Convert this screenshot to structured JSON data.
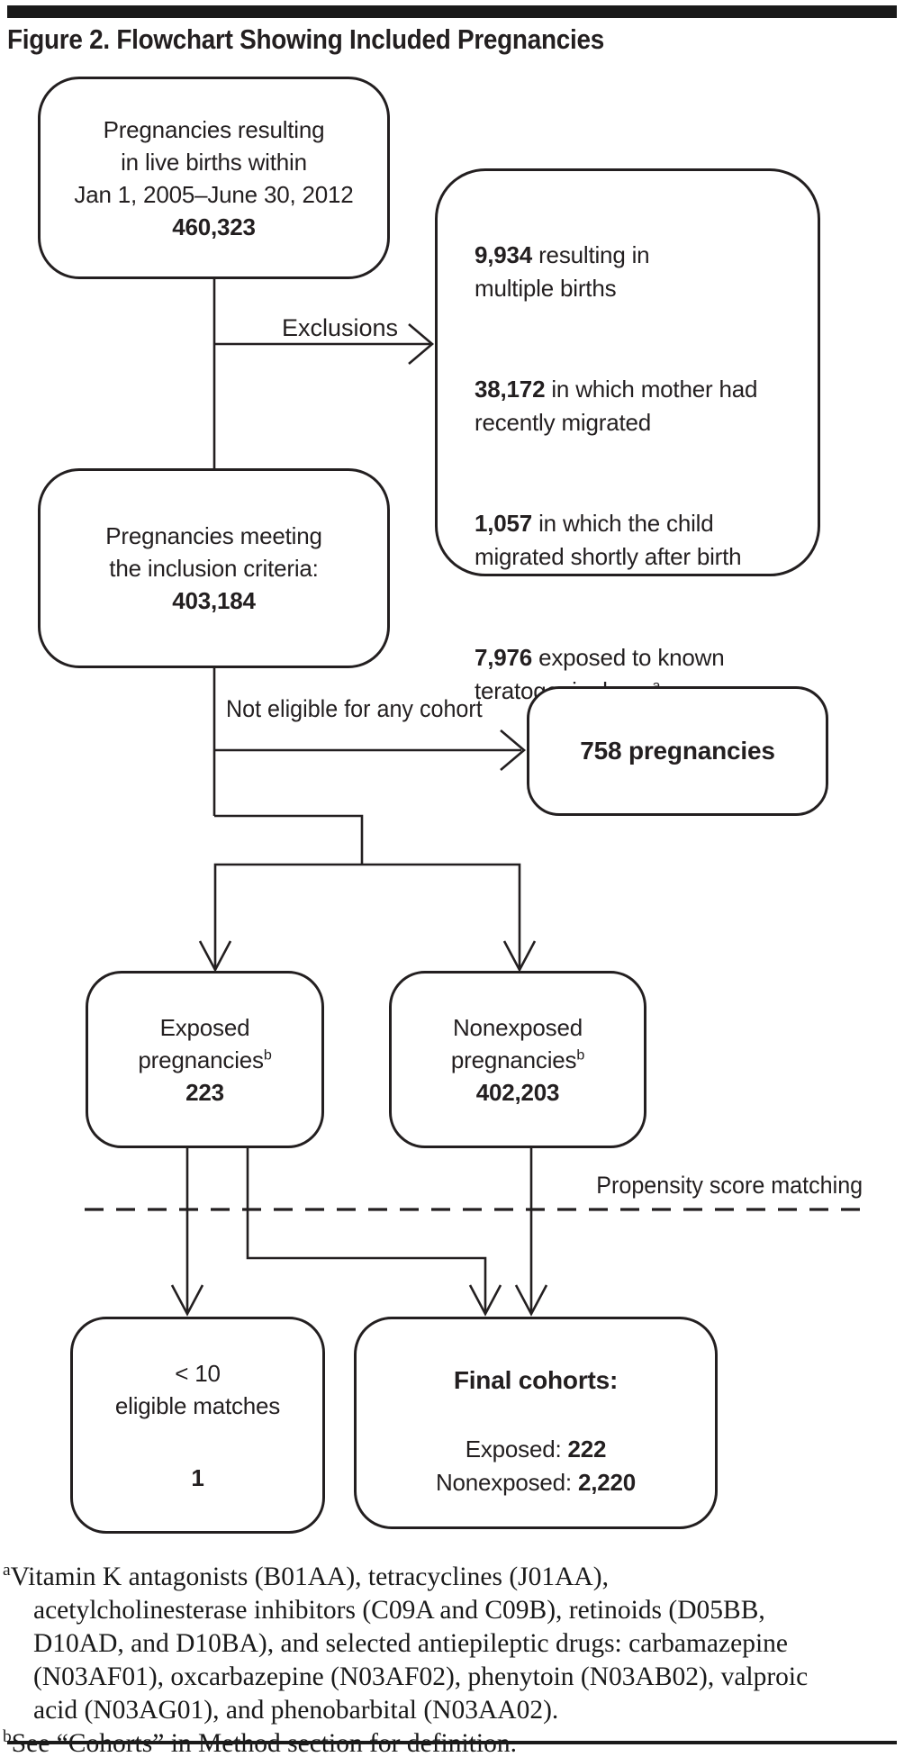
{
  "figure": {
    "title": "Figure 2. Flowchart Showing Included Pregnancies"
  },
  "boxes": {
    "live_births": {
      "text": "Pregnancies resulting\nin live births within\nJan 1, 2005–June 30, 2012",
      "value": "460,323"
    },
    "exclusions": {
      "items": [
        {
          "value": "9,934",
          "text": " resulting in\nmultiple births",
          "sup": ""
        },
        {
          "value": "38,172",
          "text": " in which mother had\nrecently migrated",
          "sup": ""
        },
        {
          "value": "1,057",
          "text": " in which the child\nmigrated shortly after birth",
          "sup": ""
        },
        {
          "value": "7,976",
          "text": " exposed to known\nteratogenic drugs",
          "sup": "a"
        }
      ]
    },
    "inclusion": {
      "text": "Pregnancies meeting\nthe inclusion criteria:",
      "value": "403,184"
    },
    "not_eligible": {
      "value": "758 pregnancies"
    },
    "exposed": {
      "text": "Exposed\npregnancies",
      "sup": "b",
      "value": "223"
    },
    "nonexposed": {
      "text": "Nonexposed\npregnancies",
      "sup": "b",
      "value": "402,203"
    },
    "eligible_matches": {
      "text": "< 10\neligible matches",
      "value": "1"
    },
    "final": {
      "heading": "Final cohorts:",
      "rows": [
        {
          "label": "Exposed: ",
          "value": "222"
        },
        {
          "label": "Nonexposed: ",
          "value": "2,220"
        }
      ]
    }
  },
  "labels": {
    "exclusions_arrow": "Exclusions",
    "not_eligible_arrow": "Not eligible for any cohort",
    "propensity": "Propensity score matching"
  },
  "footnotes": [
    {
      "marker": "a",
      "text": "Vitamin K antagonists (B01AA), tetracyclines (J01AA),\nacetylcholinesterase inhibitors (C09A and C09B), retinoids (D05BB,\nD10AD, and D10BA), and selected antiepileptic drugs: carbamazepine\n(N03AF01), oxcarbazepine (N03AF02), phenytoin (N03AB02), valproic\nacid (N03AG01), and phenobarbital (N03AA02)."
    },
    {
      "marker": "b",
      "text": "See “Cohorts” in Method section for definition."
    }
  ],
  "colors": {
    "ink": "#231f20",
    "background": "#ffffff"
  }
}
